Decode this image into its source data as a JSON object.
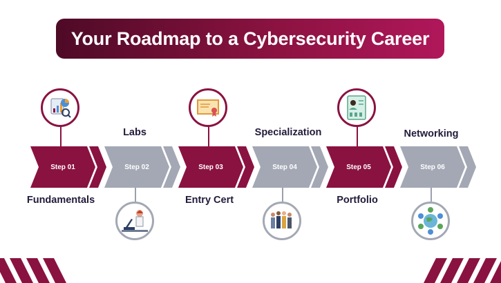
{
  "title": "Your Roadmap to a Cybersecurity Career",
  "colors": {
    "accent": "#8a1240",
    "accent_dark": "#4e0a26",
    "gray": "#a3a8b4",
    "text": "#221a3a"
  },
  "steps": [
    {
      "step": "Step 01",
      "label": "Fundamentals",
      "icon": "analytics-chart-icon",
      "color": "accent"
    },
    {
      "step": "Step 02",
      "label": "Labs",
      "icon": "lab-microscope-icon",
      "color": "gray"
    },
    {
      "step": "Step 03",
      "label": "Entry Cert",
      "icon": "certificate-icon",
      "color": "accent"
    },
    {
      "step": "Step 04",
      "label": "Specialization",
      "icon": "team-people-icon",
      "color": "gray"
    },
    {
      "step": "Step 05",
      "label": "Portfolio",
      "icon": "profile-resume-icon",
      "color": "accent"
    },
    {
      "step": "Step 06",
      "label": "Networking",
      "icon": "network-globe-icon",
      "color": "gray"
    }
  ]
}
